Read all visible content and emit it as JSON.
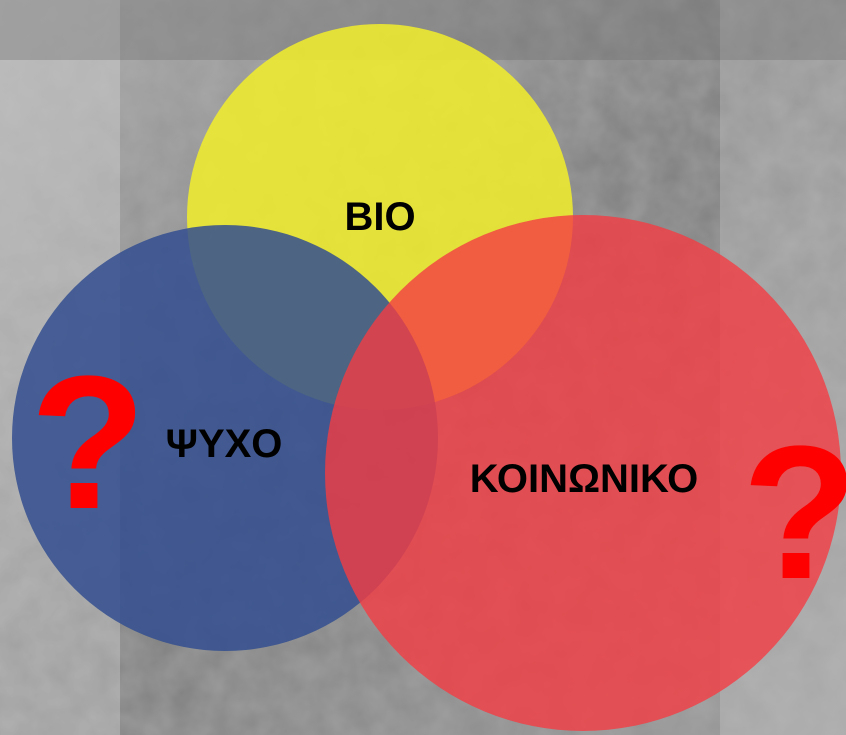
{
  "diagram": {
    "type": "venn",
    "sets": [
      {
        "key": "bio",
        "label": "ΒΙΟ",
        "color": "#f2ef2a"
      },
      {
        "key": "psycho",
        "label": "ΨΥΧΟ",
        "color": "#3b5693"
      },
      {
        "key": "social",
        "label": "ΚΟΙΝΩΝΙΚΟ",
        "color": "#f04448"
      }
    ],
    "question_mark": "?",
    "question_mark_color": "#ff0000"
  }
}
